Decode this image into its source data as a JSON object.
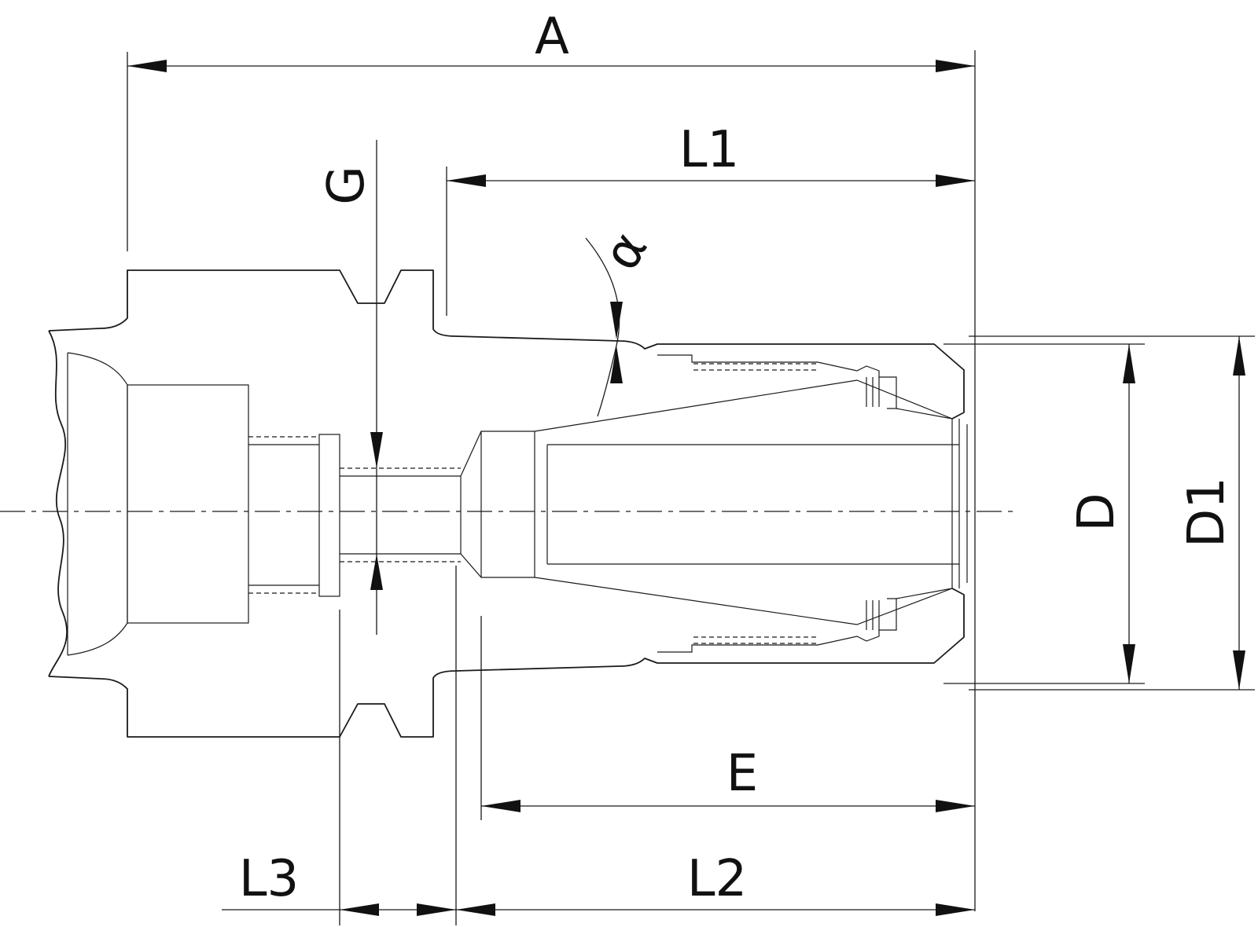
{
  "drawing": {
    "labels": {
      "A": "A",
      "L1": "L1",
      "G": "G",
      "alpha": "α",
      "D": "D",
      "D1": "D1",
      "E": "E",
      "L3": "L3",
      "L2": "L2"
    }
  }
}
